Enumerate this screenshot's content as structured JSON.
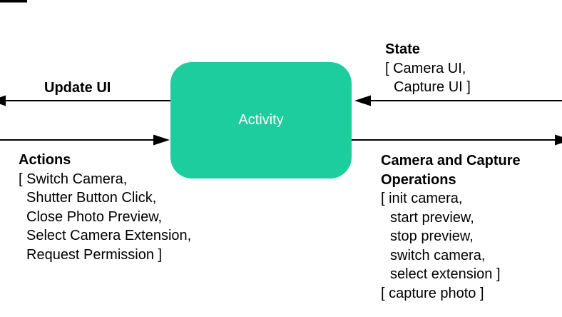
{
  "diagram": {
    "background_color": "#ffffff",
    "arrow_color": "#000000",
    "node": {
      "label": "Activity",
      "fill_color": "#1ecd9d",
      "text_color": "#ffffff"
    },
    "update_ui": {
      "label": "Update UI",
      "arrow_direction": "left-out-of-activity"
    },
    "actions": {
      "label": "Actions",
      "items": [
        "[ Switch Camera,",
        "Shutter Button Click,",
        "Close Photo Preview,",
        "Select Camera Extension,",
        "Request Permission ]"
      ],
      "arrow_direction": "right-into-activity"
    },
    "state": {
      "label": "State",
      "items": [
        "[ Camera UI,",
        "Capture UI ]"
      ],
      "arrow_direction": "left-into-activity"
    },
    "operations": {
      "label_line1": "Camera and Capture",
      "label_line2": "Operations",
      "items": [
        "[ init camera,",
        "start preview,",
        "stop preview,",
        "switch camera,",
        "select extension ]"
      ],
      "extra_item": "[ capture photo ]",
      "arrow_direction": "right-out-of-activity"
    }
  }
}
